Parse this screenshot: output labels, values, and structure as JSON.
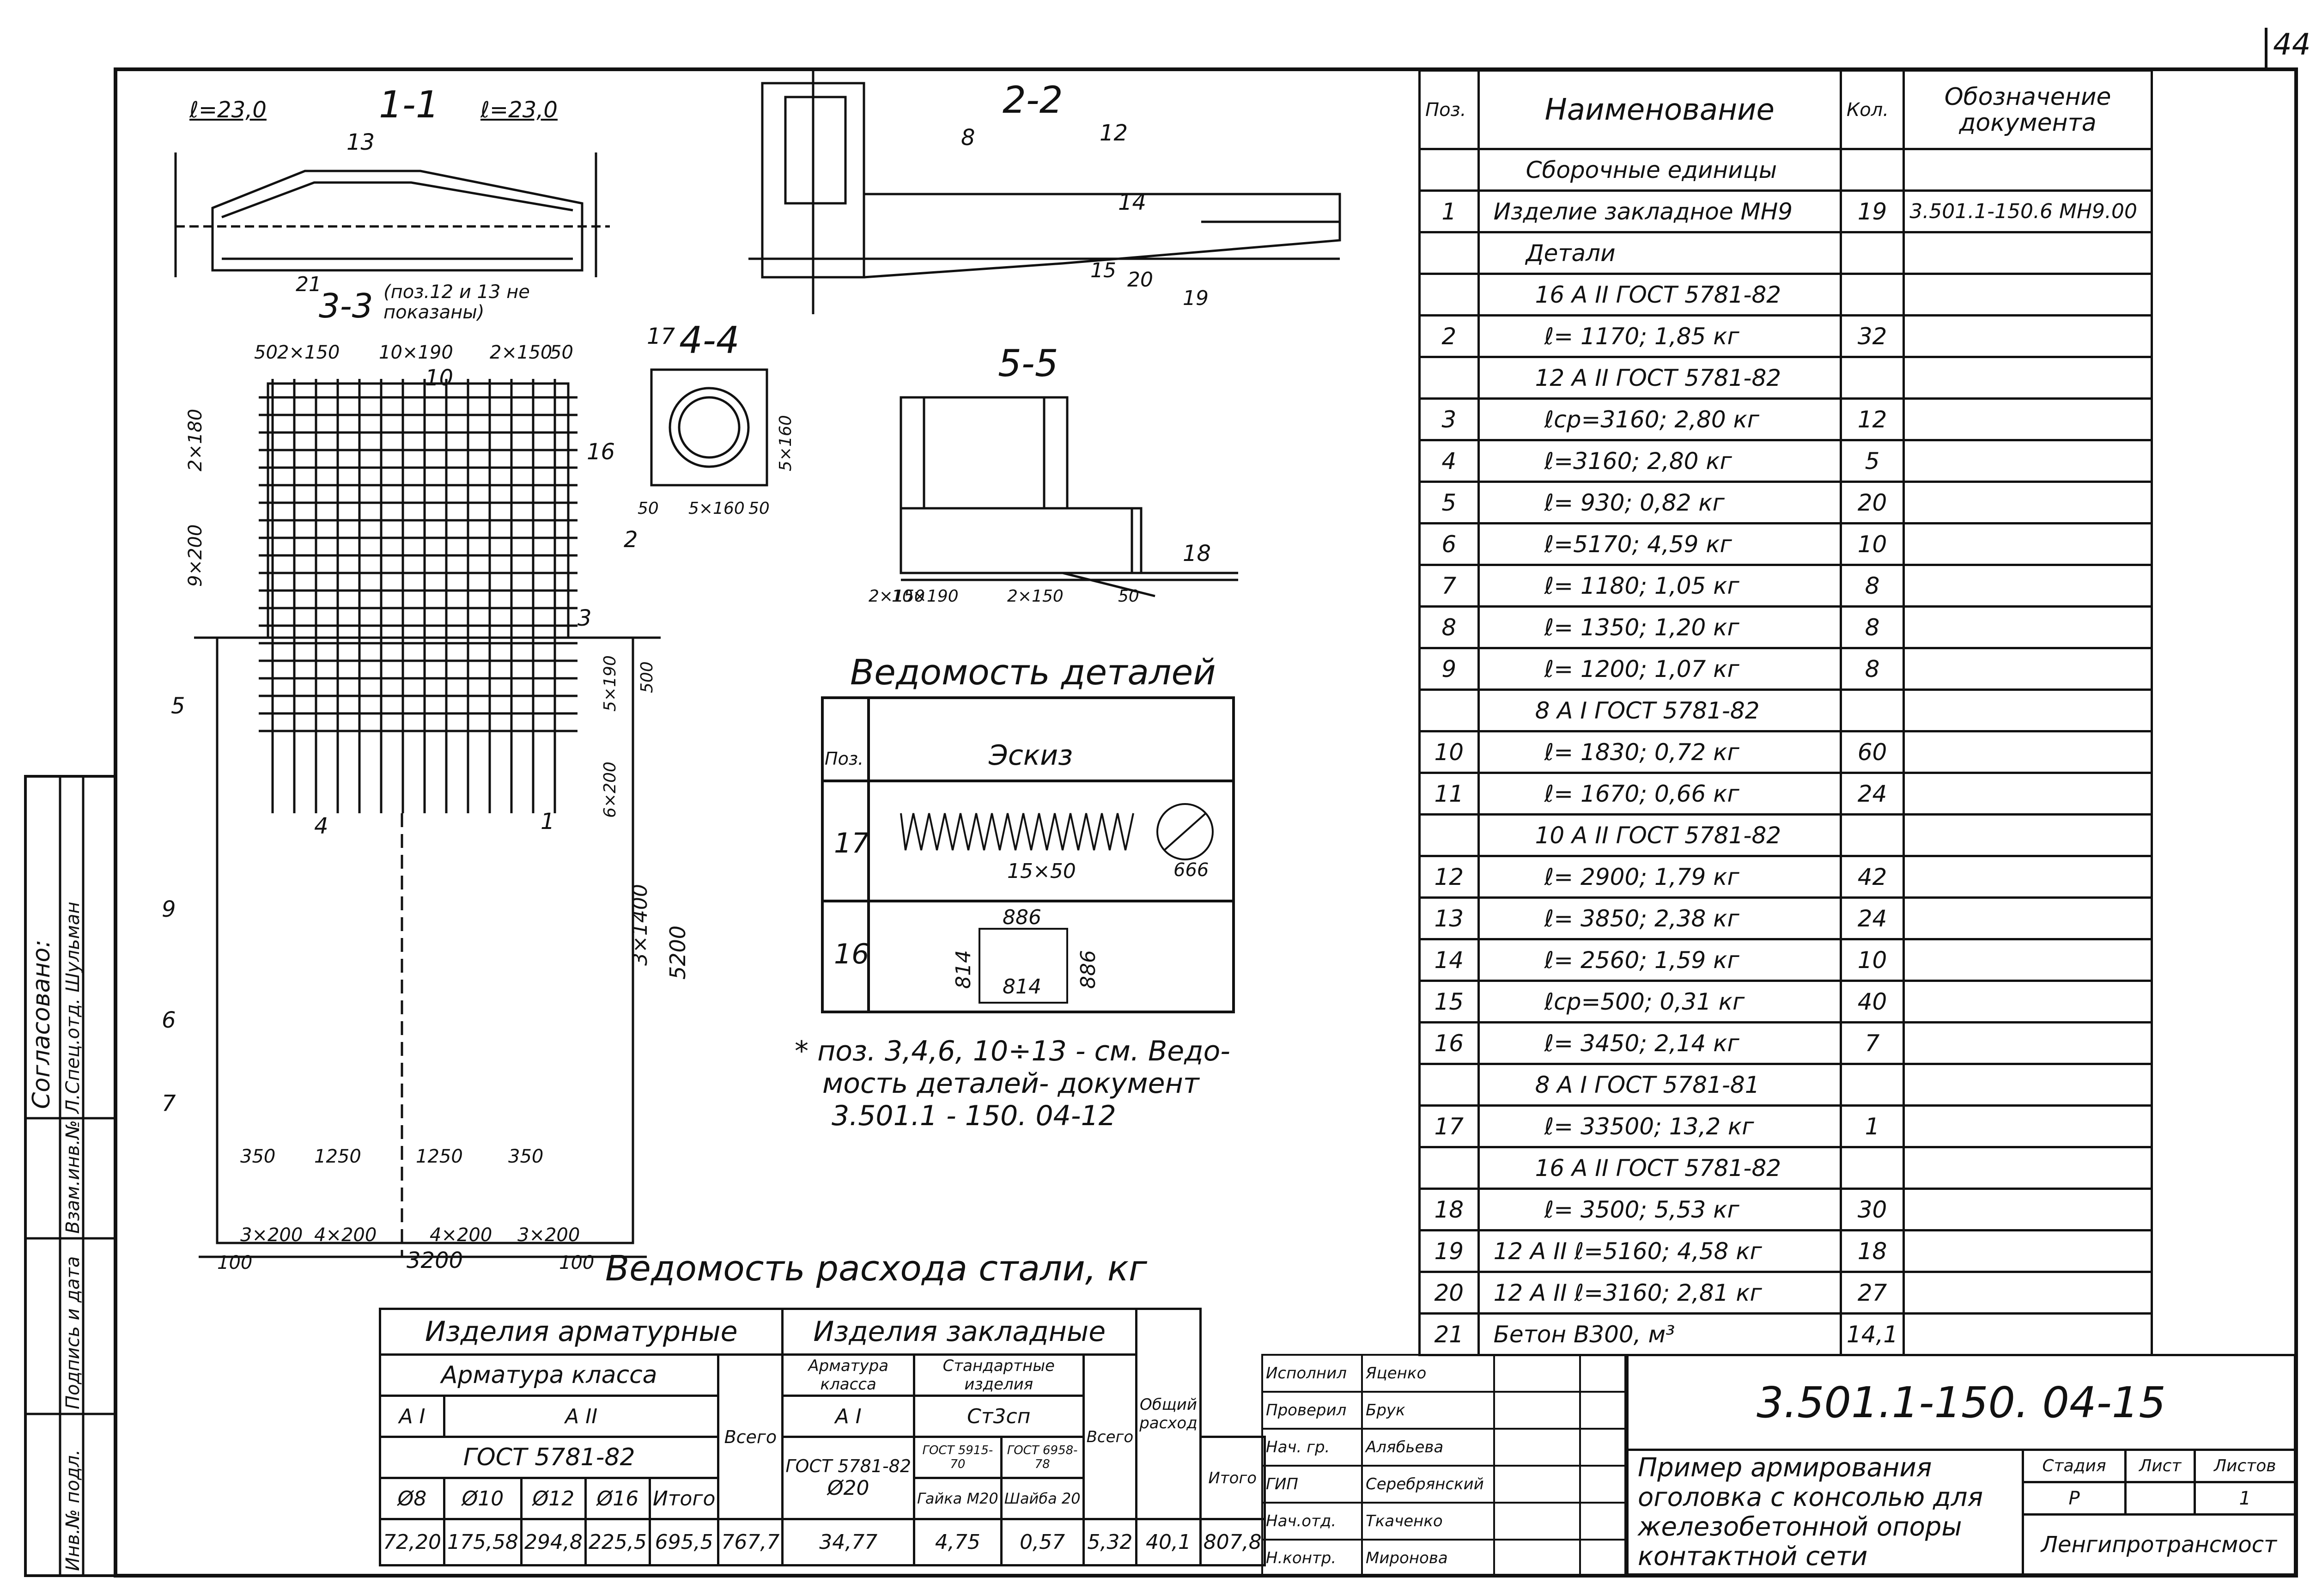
{
  "sheet_number": "44",
  "drawing_code": "3.501.1-150. 04-15",
  "title_block": {
    "title": "Пример армирования оголовка с консолью для железобетонной опоры контактной сети",
    "stage_label": "Стадия",
    "stage": "Р",
    "sheet_label": "Лист",
    "sheet": "",
    "sheets_label": "Листов",
    "sheets": "1",
    "organization": "Ленгипротрансмост",
    "signatures": [
      {
        "role": "Исполнил",
        "name": "Яценко"
      },
      {
        "role": "Проверил",
        "name": "Брук"
      },
      {
        "role": "Нач. гр.",
        "name": "Алябьева"
      },
      {
        "role": "ГИП",
        "name": "Серебрянский"
      },
      {
        "role": "Нач.отд.",
        "name": "Ткаченко"
      },
      {
        "role": "Н.контр.",
        "name": "Миронова"
      }
    ]
  },
  "left_strip": {
    "agreed": "Согласовано:",
    "agreed_by": "Л.Спец.отд. Шульман",
    "inv_replace": "Взам.инв.№",
    "sign_date": "Подпись и дата",
    "inv_orig": "Инв.№ подл."
  },
  "spec_table": {
    "headers": {
      "pos": "Поз.",
      "name": "Наименование",
      "qty": "Кол.",
      "doc": "Обозначение документа"
    },
    "rows": [
      {
        "pos": "",
        "name": "Сборочные единицы",
        "qty": "",
        "doc": "",
        "kind": "section"
      },
      {
        "pos": "1",
        "name": "Изделие закладное МН9",
        "qty": "19",
        "doc": "3.501.1-150.6 МН9.00",
        "kind": "item"
      },
      {
        "pos": "",
        "name": "Детали",
        "qty": "",
        "doc": "",
        "kind": "section"
      },
      {
        "pos": "",
        "name": "16 А II ГОСТ 5781-82",
        "qty": "",
        "doc": "",
        "kind": "group"
      },
      {
        "pos": "2",
        "name": "ℓ= 1170; 1,85 кг",
        "qty": "32",
        "doc": "",
        "kind": "item"
      },
      {
        "pos": "",
        "name": "12 А II ГОСТ 5781-82",
        "qty": "",
        "doc": "",
        "kind": "group"
      },
      {
        "pos": "3",
        "name": "ℓср=3160; 2,80 кг",
        "qty": "12",
        "doc": "",
        "kind": "item"
      },
      {
        "pos": "4",
        "name": "ℓ=3160; 2,80 кг",
        "qty": "5",
        "doc": "",
        "kind": "item"
      },
      {
        "pos": "5",
        "name": "ℓ= 930; 0,82 кг",
        "qty": "20",
        "doc": "",
        "kind": "item"
      },
      {
        "pos": "6",
        "name": "ℓ=5170; 4,59 кг",
        "qty": "10",
        "doc": "",
        "kind": "item"
      },
      {
        "pos": "7",
        "name": "ℓ= 1180; 1,05 кг",
        "qty": "8",
        "doc": "",
        "kind": "item"
      },
      {
        "pos": "8",
        "name": "ℓ= 1350; 1,20 кг",
        "qty": "8",
        "doc": "",
        "kind": "item"
      },
      {
        "pos": "9",
        "name": "ℓ= 1200; 1,07 кг",
        "qty": "8",
        "doc": "",
        "kind": "item"
      },
      {
        "pos": "",
        "name": "8 А I ГОСТ 5781-82",
        "qty": "",
        "doc": "",
        "kind": "group"
      },
      {
        "pos": "10",
        "name": "ℓ= 1830; 0,72 кг",
        "qty": "60",
        "doc": "",
        "kind": "item"
      },
      {
        "pos": "11",
        "name": "ℓ= 1670; 0,66 кг",
        "qty": "24",
        "doc": "",
        "kind": "item"
      },
      {
        "pos": "",
        "name": "10 А II ГОСТ 5781-82",
        "qty": "",
        "doc": "",
        "kind": "group"
      },
      {
        "pos": "12",
        "name": "ℓ= 2900; 1,79 кг",
        "qty": "42",
        "doc": "",
        "kind": "item"
      },
      {
        "pos": "13",
        "name": "ℓ= 3850; 2,38 кг",
        "qty": "24",
        "doc": "",
        "kind": "item"
      },
      {
        "pos": "14",
        "name": "ℓ= 2560; 1,59 кг",
        "qty": "10",
        "doc": "",
        "kind": "item"
      },
      {
        "pos": "15",
        "name": "ℓср=500; 0,31 кг",
        "qty": "40",
        "doc": "",
        "kind": "item"
      },
      {
        "pos": "16",
        "name": "ℓ= 3450; 2,14 кг",
        "qty": "7",
        "doc": "",
        "kind": "item"
      },
      {
        "pos": "",
        "name": "8 А I ГОСТ 5781-81",
        "qty": "",
        "doc": "",
        "kind": "group"
      },
      {
        "pos": "17",
        "name": "ℓ= 33500; 13,2 кг",
        "qty": "1",
        "doc": "",
        "kind": "item"
      },
      {
        "pos": "",
        "name": "16 А II ГОСТ 5781-82",
        "qty": "",
        "doc": "",
        "kind": "group"
      },
      {
        "pos": "18",
        "name": "ℓ= 3500; 5,53 кг",
        "qty": "30",
        "doc": "",
        "kind": "item"
      },
      {
        "pos": "19",
        "name": "12 А II ℓ=5160; 4,58 кг",
        "qty": "18",
        "doc": "",
        "kind": "item"
      },
      {
        "pos": "20",
        "name": "12 А II ℓ=3160; 2,81 кг",
        "qty": "27",
        "doc": "",
        "kind": "item"
      },
      {
        "pos": "21",
        "name": "Бетон В300, м³",
        "qty": "14,1",
        "doc": "",
        "kind": "item"
      }
    ]
  },
  "steel_table": {
    "title": "Ведомость расхода стали, кг",
    "h_rebar": "Изделия арматурные",
    "h_embedded": "Изделия закладные",
    "h_rebar_class": "Арматура класса",
    "h_a1": "А I",
    "h_a2": "А II",
    "h_total": "Всего",
    "h_grand": "Общий расход",
    "h_gost": "ГОСТ 5781-82",
    "h_emb_rebar": "Арматура класса",
    "h_emb_a1": "А I",
    "h_emb_gost": "ГОСТ 5781-82",
    "h_d20": "Ø20",
    "h_std": "Стандартные изделия",
    "h_st3": "Ст3сп",
    "h_gost1": "ГОСТ 5915-70",
    "h_gost2": "ГОСТ 6958-78",
    "h_nut": "Гайка М20",
    "h_washer": "Шайба 20",
    "h_itogo": "Итого",
    "cols_rebar": [
      "Ø8",
      "Ø10",
      "Ø12",
      "Ø16",
      "Итого"
    ],
    "values": [
      "72,20",
      "175,58",
      "294,8",
      "225,5",
      "695,5",
      "767,7",
      "34,77",
      "4,75",
      "0,57",
      "5,32",
      "40,1",
      "807,8"
    ]
  },
  "details_table": {
    "title": "Ведомость деталей",
    "h_pos": "Поз.",
    "h_sketch": "Эскиз",
    "row17": {
      "pos": "17",
      "dim": "15×50",
      "diam": "666"
    },
    "row16": {
      "pos": "16",
      "top": "886",
      "bottom": "814",
      "left": "814",
      "right": "886"
    }
  },
  "note": [
    "* поз. 3,4,6, 10÷13 - см. Ведо-",
    "мость деталей- документ",
    "3.501.1 - 150. 04-12"
  ],
  "drawing_labels": {
    "sec11": "1-1",
    "sec22": "2-2",
    "sec33": "3-3",
    "sec44": "4-4",
    "sec55": "5-5",
    "l230a": "ℓ=23,0",
    "l230b": "ℓ=23,0",
    "notshown": "(поз.12 и 13 не показаны)",
    "dims": [
      "50",
      "2×150",
      "10×190",
      "2×150",
      "50",
      "2×180",
      "9×200",
      "5×190",
      "6×200",
      "3×1400",
      "5200",
      "500",
      "350",
      "1250",
      "1250",
      "350",
      "3×200",
      "4×200",
      "4×200",
      "3×200",
      "100",
      "3200",
      "100",
      "50",
      "5×160",
      "5×160",
      "50",
      "2×150",
      "10×190",
      "2×150",
      "50"
    ],
    "positions": [
      "1",
      "2",
      "3",
      "4",
      "5",
      "6",
      "7",
      "8",
      "9",
      "10",
      "12",
      "13",
      "14",
      "15",
      "16",
      "17",
      "18",
      "19",
      "20",
      "21"
    ]
  }
}
